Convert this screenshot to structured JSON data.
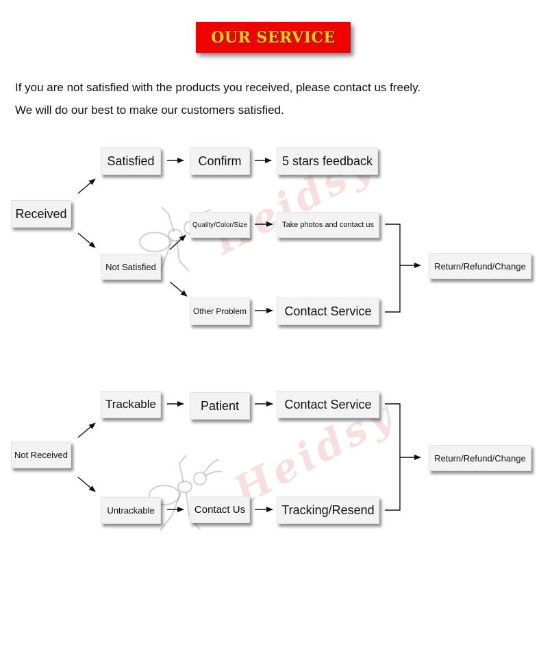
{
  "banner": {
    "title": "OUR SERVICE"
  },
  "intro": {
    "line1": "If you are not satisfied with the products you received, please contact us freely.",
    "line2": "We will do our best to make our customers satisfied."
  },
  "watermark": {
    "text": "Heidsy"
  },
  "colors": {
    "banner_bg": "#f20000",
    "banner_text": "#ffd21a",
    "box_bg": "#f3f3f3"
  },
  "flow1": {
    "received": "Received",
    "satisfied": "Satisfied",
    "confirm": "Confirm",
    "five_stars": "5 stars feedback",
    "not_satisfied": "Not Satisfied",
    "quality": "Quality/Color/Size",
    "take_photos": "Take photos and contact us",
    "other_problem": "Other Problem",
    "contact_service": "Contact Service",
    "result": "Return/Refund/Change"
  },
  "flow2": {
    "not_received": "Not Received",
    "trackable": "Trackable",
    "patient": "Patient",
    "contact_service": "Contact Service",
    "untrackable": "Untrackable",
    "contact_us": "Contact Us",
    "tracking": "Tracking/Resend",
    "result": "Return/Refund/Change"
  }
}
